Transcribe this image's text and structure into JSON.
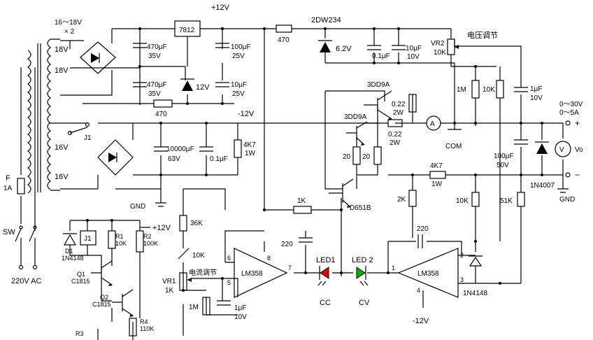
{
  "labels": {
    "transformer_voltage": "16～18V",
    "transformer_count": "× 2",
    "winding_top": "18V",
    "winding_mid": "18V",
    "winding_16a": "16V",
    "winding_16b": "16V",
    "relay_contact": "J1",
    "fuse": "F",
    "fuse_rating": "1A",
    "switch": "SW",
    "mains": "220V AC",
    "reg_7812": "7812",
    "plus12v_top": "+12V",
    "minus12v": "-12V",
    "cap_470u_a": "470μF",
    "cap_470u_a_v": "35V",
    "cap_470u_b": "470μF",
    "cap_470u_b_v": "35V",
    "zener_12v": "12V",
    "cap_100u": "100μF",
    "cap_100u_v": "25V",
    "cap_10u_a": "10μF",
    "cap_10u_a_v": "25V",
    "res_470_a": "470",
    "res_470_b": "470",
    "zener_2dw": "2DW234",
    "zener_6v2": "6.2V",
    "cap_01u_a": "0.1μF",
    "cap_10u_b": "10μF",
    "cap_10u_b_v": "10V",
    "vr2": "VR2",
    "vr2_val": "10K",
    "volt_adj": "电压调节",
    "tr_3dd9a_top": "3DD9A",
    "tr_3dd9a_mid": "3DD9A",
    "res_022_a": "0.22",
    "res_022_a_w": "2W",
    "res_022_b": "0.22",
    "res_022_b_w": "2W",
    "ammeter": "A",
    "com": "COM",
    "res_20_a": "20",
    "res_20_b": "20",
    "cap_10000u": "10000μF",
    "cap_10000u_v": "63V",
    "cap_01u_b": "0.1μF",
    "res_4k7_a": "4K7",
    "res_4k7_a_w": "1W",
    "gnd_left": "GND",
    "res_1m_a": "1M",
    "res_10k_a": "10K",
    "cap_1u_a": "1μF",
    "cap_1u_a_v": "10V",
    "out_v_range": "0～30V",
    "out_i_range": "0～5A",
    "plus": "+",
    "minus": "−",
    "voltmeter": "V",
    "vo": "Vo",
    "res_4k7_b": "4K7",
    "res_4k7_b_w": "1W",
    "cap_100u_b": "100μF",
    "cap_100u_b_v": "50V",
    "diode_1n4007": "1N4007",
    "gnd_right": "GND",
    "res_2k": "2K",
    "res_10k_b": "10K",
    "res_51k": "51K",
    "tr_d651b": "D651B",
    "res_1k_fb": "1K",
    "res_36k": "36K",
    "res_10k_c": "10K",
    "vr1": "VR1",
    "vr1_val": "1K",
    "curr_adj": "电流调节",
    "res_1m_b": "1M",
    "cap_1u_b": "1μF",
    "cap_1u_b_v": "10V",
    "cap_220_a": "220",
    "cap_220_b": "220",
    "opamp_a": "LM358",
    "opamp_b": "LM358",
    "pin6": "6",
    "pin5": "5",
    "pin8": "8",
    "pin7": "7",
    "pin1": "1",
    "pin2": "2",
    "pin3": "3",
    "pin4": "4",
    "led1": "LED1",
    "led2": "LED 2",
    "cc": "CC",
    "cv": "CV",
    "minus12v_bottom": "-12V",
    "diode_1n4148_right": "1N4148",
    "d1": "D1",
    "d1_type": "1N4148",
    "relay_coil": "J1",
    "r1": "R1",
    "r1_val": "10K",
    "r2": "R2",
    "r2_val": "100K",
    "plus12v_mid": "+12V",
    "q1": "Q1",
    "q1_type": "C1815",
    "q2": "Q2",
    "q2_type": "C1815",
    "r3": "R3",
    "r4": "R4",
    "r4_val": "110K"
  },
  "colors": {
    "wire": "#000000",
    "led1": "#e00000",
    "led2": "#00b000"
  }
}
